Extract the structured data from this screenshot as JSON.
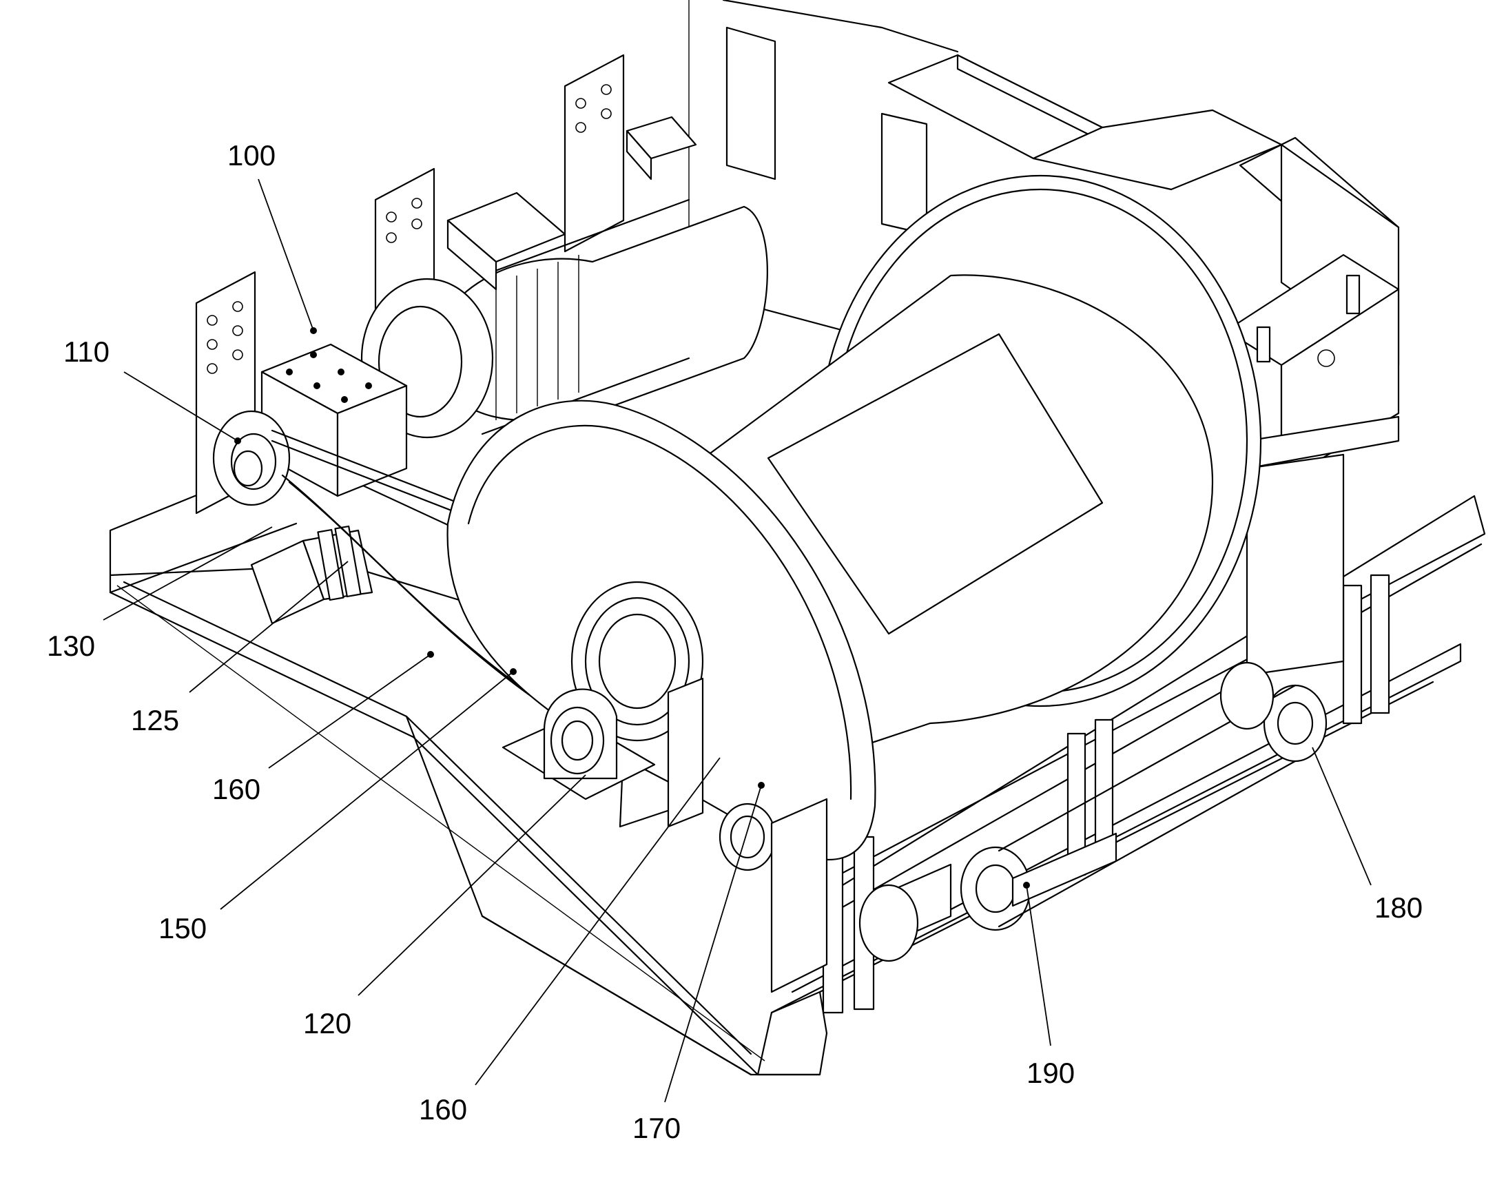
{
  "figure": {
    "labels": {
      "l100": "100",
      "l110": "110",
      "l130": "130",
      "l125": "125",
      "l160a": "160",
      "l150": "150",
      "l120": "120",
      "l160b": "160",
      "l170": "170",
      "l190": "190",
      "l180": "180"
    }
  }
}
